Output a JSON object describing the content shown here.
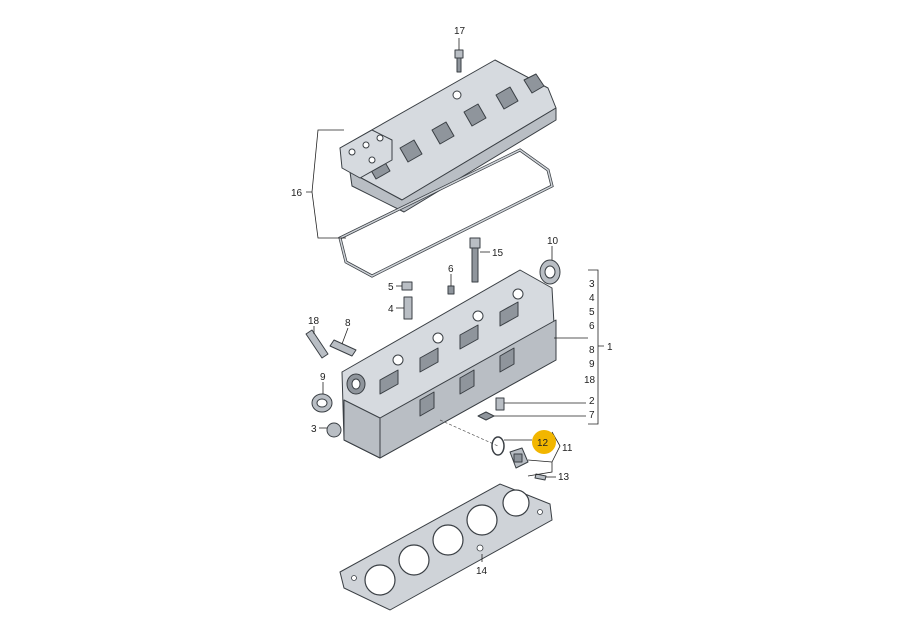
{
  "callouts": {
    "c17": "17",
    "c16": "16",
    "c15": "15",
    "c10": "10",
    "c6": "6",
    "c5": "5",
    "c4": "4",
    "c18": "18",
    "c8": "8",
    "c9": "9",
    "c3": "3",
    "r3": "3",
    "r4": "4",
    "r5": "5",
    "r6": "6",
    "r8": "8",
    "r9": "9",
    "r18": "18",
    "r2": "2",
    "r7": "7",
    "c1": "1",
    "c12": "12",
    "c11": "11",
    "c13": "13",
    "c14": "14"
  },
  "colors": {
    "highlight": "#f2b600",
    "line": "#222222",
    "metal": "#b9bec4"
  },
  "highlighted_part": "12"
}
